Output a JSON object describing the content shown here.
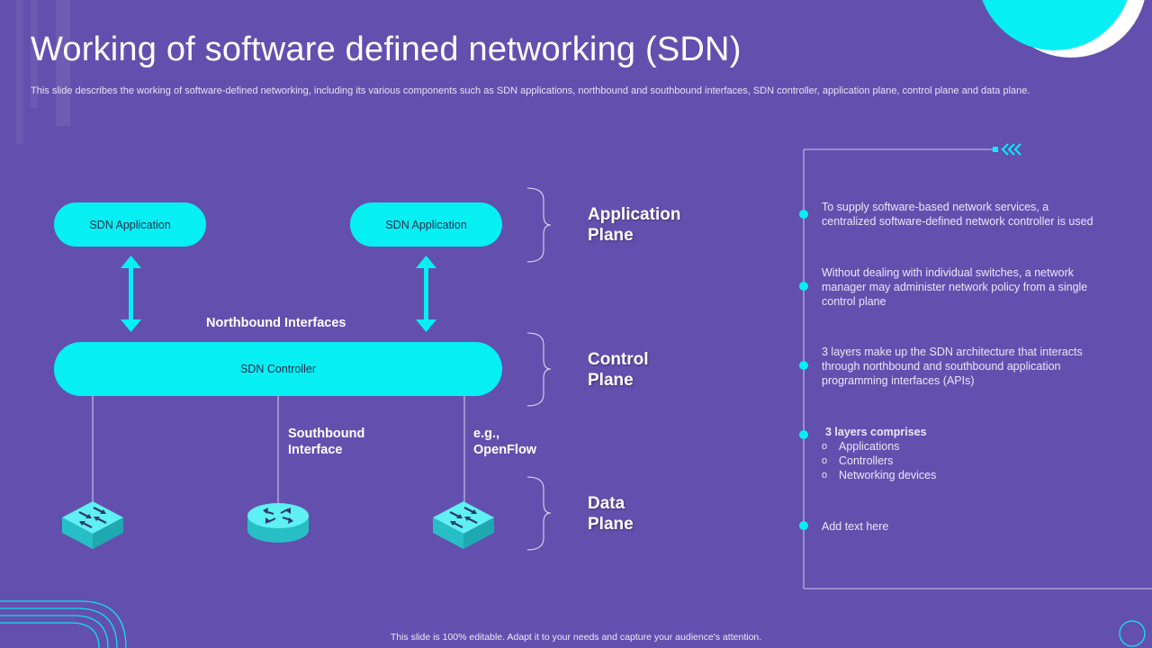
{
  "title": "Working of software defined networking (SDN)",
  "subtitle": "This slide describes the working of software-defined networking, including its various components such as SDN applications, northbound and southbound interfaces, SDN controller, application plane, control plane and data plane.",
  "diagram": {
    "app_left": "SDN Application",
    "app_right": "SDN Application",
    "northbound": "Northbound Interfaces",
    "controller": "SDN Controller",
    "southbound": [
      "Southbound",
      "Interface"
    ],
    "example": [
      "e.g.,",
      "OpenFlow"
    ],
    "planes": {
      "application": [
        "Application",
        "Plane"
      ],
      "control": [
        "Control",
        "Plane"
      ],
      "data": [
        "Data",
        "Plane"
      ]
    }
  },
  "points": [
    {
      "lines": [
        "To supply software-based network services, a",
        "centralized software-defined network controller is used"
      ]
    },
    {
      "lines": [
        "Without dealing with individual switches, a network",
        "manager may administer network policy from a single",
        "control plane"
      ]
    },
    {
      "lines": [
        "3 layers make up the SDN architecture that interacts",
        "through northbound and southbound application",
        "programming interfaces (APIs)"
      ]
    },
    {
      "heading": "3 layers comprises",
      "items": [
        "Applications",
        "Controllers",
        "Networking devices"
      ]
    },
    {
      "lines": [
        "Add text here"
      ]
    }
  ],
  "footer": "This slide is 100% editable. Adapt it to your needs and capture your audience's attention.",
  "colors": {
    "background": "#6350ae",
    "accent": "#06f0f4",
    "device": "#2ed3d9"
  }
}
